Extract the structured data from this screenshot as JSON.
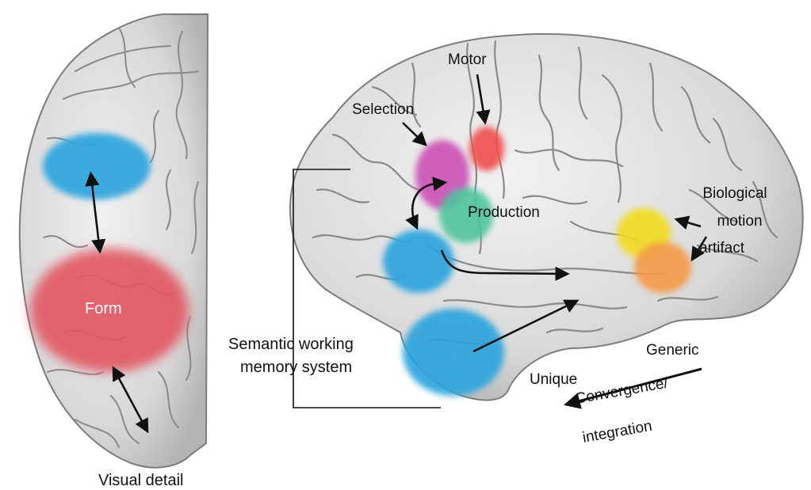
{
  "regions": {
    "visual_detail": "Visual detail",
    "form": "Form",
    "motor": "Motor",
    "selection": "Selection",
    "production": "Production",
    "semantic_wm": [
      "Semantic working",
      "memory system"
    ],
    "biological": [
      "Biological",
      "motion",
      "artifact"
    ],
    "unique": "Unique",
    "generic": "Generic",
    "convergence": [
      "Convergence/",
      "integration"
    ]
  },
  "colors": {
    "blue": "#2aa3dd",
    "red": "#e25560",
    "pink": "#cc4fb5",
    "teal": "#4fc49d",
    "motor_red": "#ef4e4e",
    "yellow": "#f2dc1c",
    "orange": "#f49a45",
    "brain_fill": "#dcdcdc",
    "brain_stroke": "#7c7c7c"
  }
}
